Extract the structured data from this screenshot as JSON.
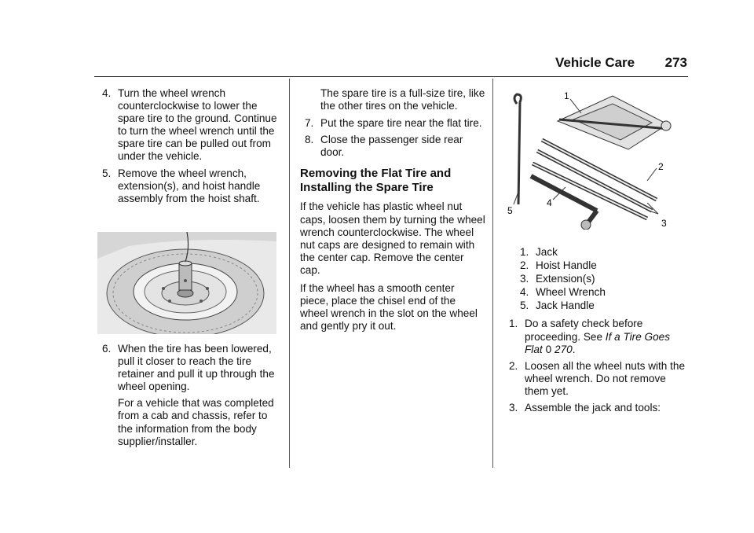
{
  "header": {
    "section": "Vehicle Care",
    "page_number": "273"
  },
  "col1": {
    "step4": {
      "num": "4.",
      "text": "Turn the wheel wrench counterclockwise to lower the spare tire to the ground. Continue to turn the wheel wrench until the spare tire can be pulled out from under the vehicle."
    },
    "step5": {
      "num": "5.",
      "text": "Remove the wheel wrench, extension(s), and hoist handle assembly from the hoist shaft."
    },
    "step6": {
      "num": "6.",
      "text": "When the tire has been lowered, pull it closer to reach the tire retainer and pull it up through the wheel opening."
    },
    "step6_note": "For a vehicle that was completed from a cab and chassis, refer to the information from the body supplier/installer."
  },
  "col2": {
    "cont": "The spare tire is a full-size tire, like the other tires on the vehicle.",
    "step7": {
      "num": "7.",
      "text": "Put the spare tire near the flat tire."
    },
    "step8": {
      "num": "8.",
      "text": "Close the passenger side rear door."
    },
    "heading": "Removing the Flat Tire and Installing the Spare Tire",
    "para1": "If the vehicle has plastic wheel nut caps, loosen them by turning the wheel wrench counterclockwise. The wheel nut caps are designed to remain with the center cap. Remove the center cap.",
    "para2": "If the wheel has a smooth center piece, place the chisel end of the wheel wrench in the slot on the wheel and gently pry it out."
  },
  "col3": {
    "callouts": [
      "1",
      "2",
      "3",
      "4",
      "5"
    ],
    "legend": [
      {
        "num": "1.",
        "label": "Jack"
      },
      {
        "num": "2.",
        "label": "Hoist Handle"
      },
      {
        "num": "3.",
        "label": "Extension(s)"
      },
      {
        "num": "4.",
        "label": "Wheel Wrench"
      },
      {
        "num": "5.",
        "label": "Jack Handle"
      }
    ],
    "step1": {
      "num": "1.",
      "text": "Do a safety check before proceeding. See ",
      "ref_title": "If a Tire Goes Flat",
      "ref_symbol": "0",
      "ref_page": "270",
      "end": "."
    },
    "step2": {
      "num": "2.",
      "text": "Loosen all the wheel nuts with the wheel wrench. Do not remove them yet."
    },
    "step3": {
      "num": "3.",
      "text": "Assemble the jack and tools:"
    }
  }
}
